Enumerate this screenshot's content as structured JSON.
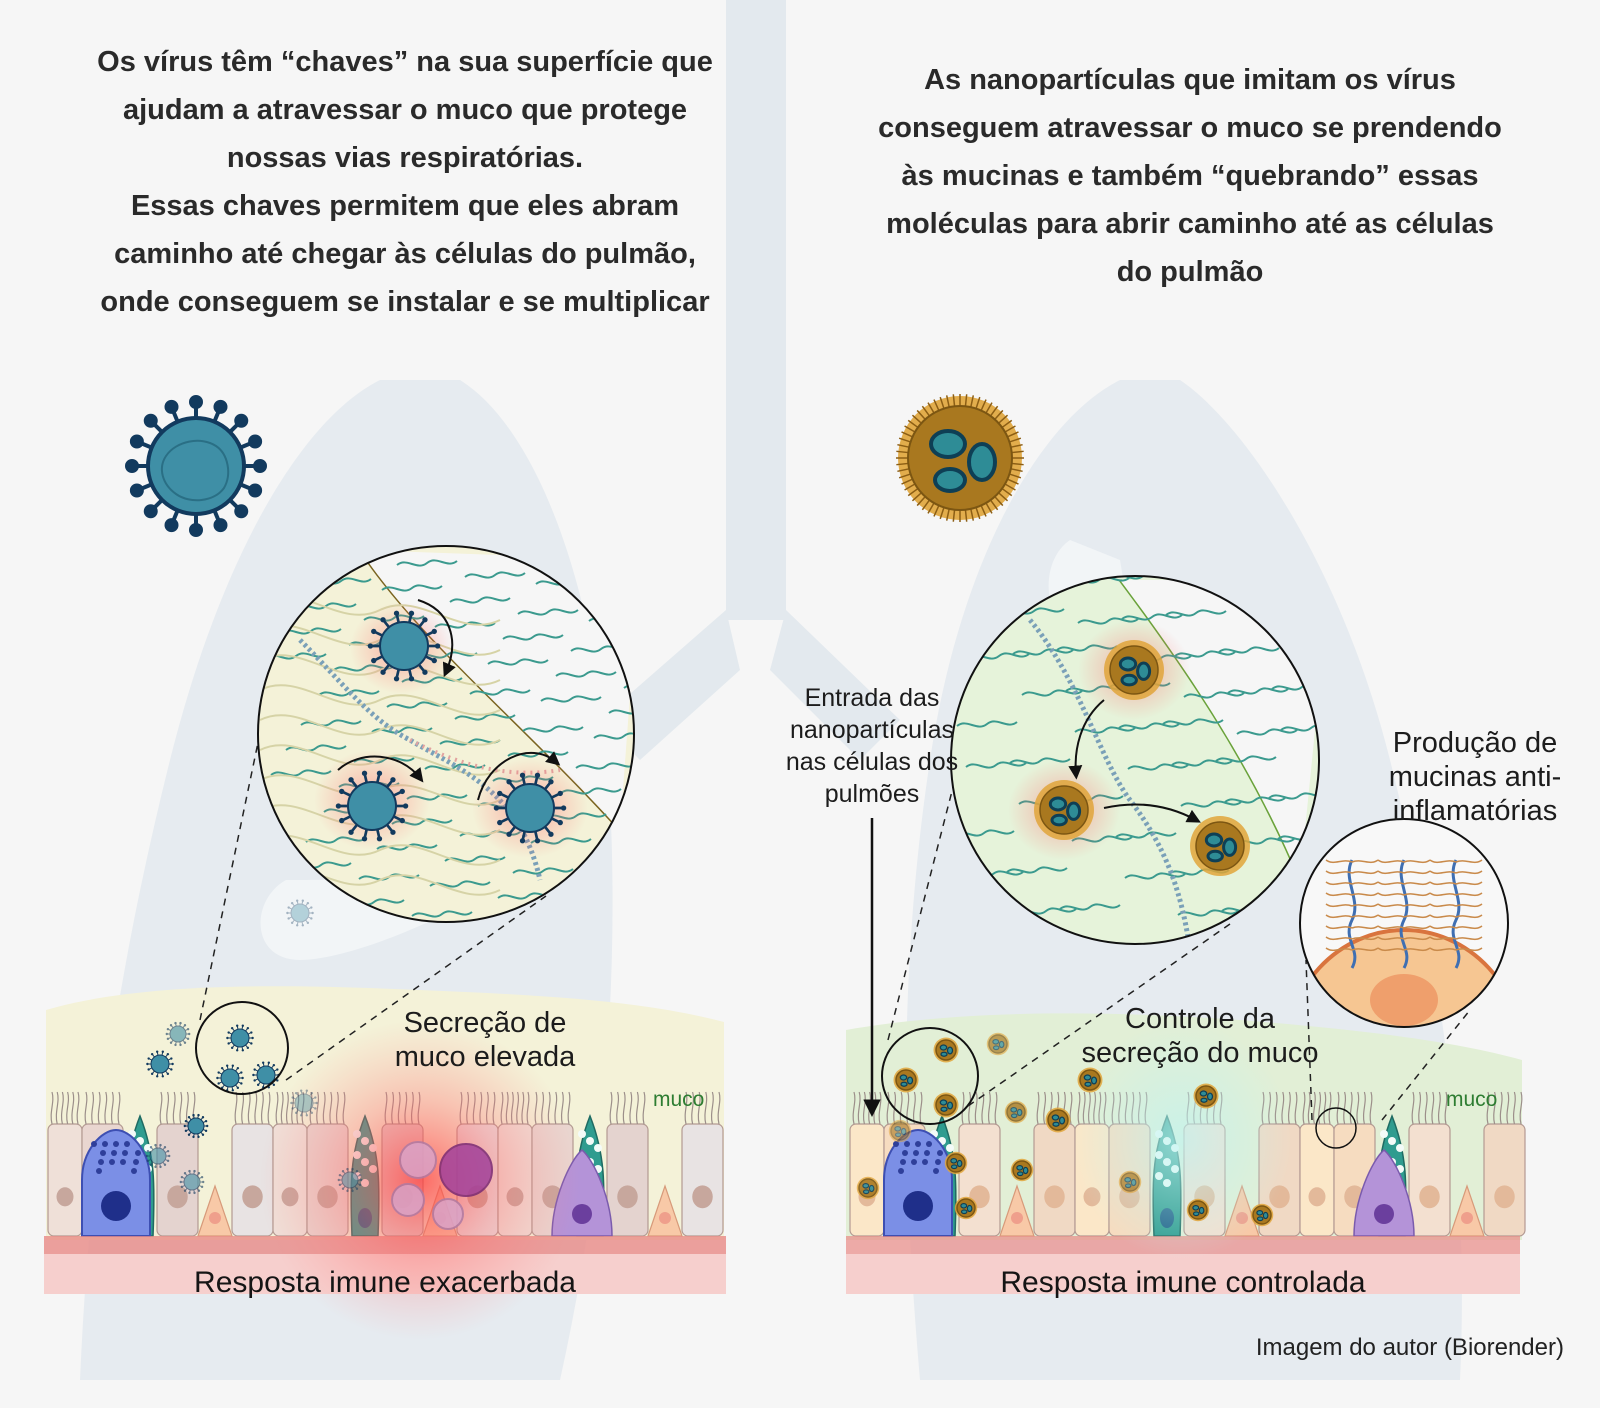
{
  "left_panel": {
    "heading_lines": [
      "Os vírus têm “chaves” na sua superfície que",
      "ajudam a atravessar o muco que protege",
      "nossas vias respiratórias.",
      "Essas chaves permitem que eles abram",
      "caminho até chegar às células do pulmão,",
      "onde conseguem se instalar e se multiplicar"
    ],
    "secretion_label_lines": [
      "Secreção de",
      "muco elevada"
    ],
    "mucus_label": "muco",
    "bottom_label": "Resposta imune exacerbada"
  },
  "right_panel": {
    "heading_lines": [
      "As nanopartículas que imitam os vírus",
      "conseguem atravessar o muco se prendendo",
      "às mucinas e também “quebrando” essas",
      "moléculas para abrir caminho até as células",
      "do pulmão"
    ],
    "entry_label_lines": [
      "Entrada das",
      "nanopartículas",
      "nas células dos",
      "pulmões"
    ],
    "production_label_lines": [
      "Produção de",
      "mucinas anti-",
      "inflamatórias"
    ],
    "control_label_lines": [
      "Controle da",
      "secreção do muco"
    ],
    "mucus_label": "muco",
    "bottom_label": "Resposta imune controlada"
  },
  "credit": "Imagem do autor (Biorender)",
  "colors": {
    "background": "#f6f6f6",
    "lung_silhouette": "#e3e9ee",
    "virus": "#3f8fa6",
    "virus_spike": "#123a5e",
    "nanoparticle_core": "#a9781f",
    "nanoparticle_corona": "#e0a53a",
    "mucus_left": "#f4f2d8",
    "mucus_right": "#e2efd6",
    "inflammation": "#ff4a4a",
    "basement": "#f2c4c1",
    "goblet_cell": "#2f9c8f",
    "basal_cell": "#6f86e0"
  }
}
